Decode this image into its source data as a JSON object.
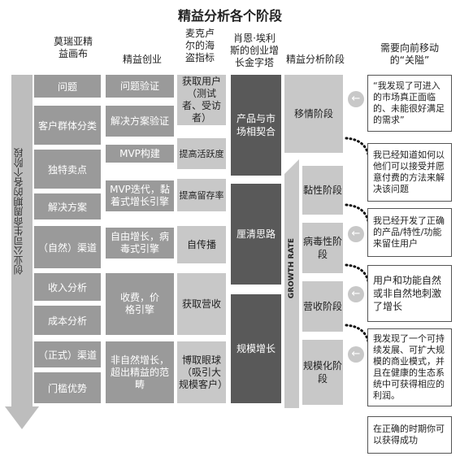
{
  "title": "精益分析各个阶段",
  "headers": {
    "col1": "莫瑞亚精\n益画布",
    "col2": "精益创业",
    "col3": "麦克卢\n尔的海\n盗指标",
    "col4": "肖恩·埃利\n斯的创业增\n长金字塔",
    "col5": "精益分析阶段",
    "col6": "需要向前移动\n的“关隘”"
  },
  "side_label": "创业公司生命周期的各个阶段",
  "growth_rate_label": "GROWTH RATE",
  "canvas": [
    "问题",
    "客户群体分类",
    "独特卖点",
    "解决方案",
    "（自然）渠道",
    "收入分析",
    "成本分析",
    "（正式）渠道",
    "门槛优势"
  ],
  "lean_startup": [
    "问题验证",
    "解决方案验证",
    "MVP构建",
    "MVP迭代，黏着式增长引擎",
    "自由增长，病毒式引擎",
    "收费，价格引擎",
    "非自然增长，超出精益的范畴"
  ],
  "pirate_metrics": [
    "获取用户（测试者、受访者）",
    "提高活跃度",
    "提高留存率",
    "自传播",
    "获取营收",
    "博取眼球（吸引大规模客户）"
  ],
  "pyramid": [
    "产品与市场相契合",
    "厘清思路",
    "规模增长"
  ],
  "stages": [
    "移情阶段",
    "黏性阶段",
    "病毒性阶段",
    "营收阶段",
    "规模化阶段"
  ],
  "gates": [
    "“我发现了可进入的市场真正面临的、未能很好满足的需求”",
    "我已经知道如何以他们可以接受并愿意付费的方法来解决该问题",
    "我已经开发了正确的产品/特性/功能来留住用户",
    "用户和功能自然或非自然地刺激了增长",
    "我发现了一个可持续发展、可扩大规模的商业模式，并且在健康的生态系统中可获得相应的利润。",
    "在正确的时期你可以获得成功"
  ],
  "colors": {
    "dark": "#595959",
    "mid": "#9a9a9a",
    "light": "#c8c8c8",
    "arrow": "#bdbdbd"
  }
}
